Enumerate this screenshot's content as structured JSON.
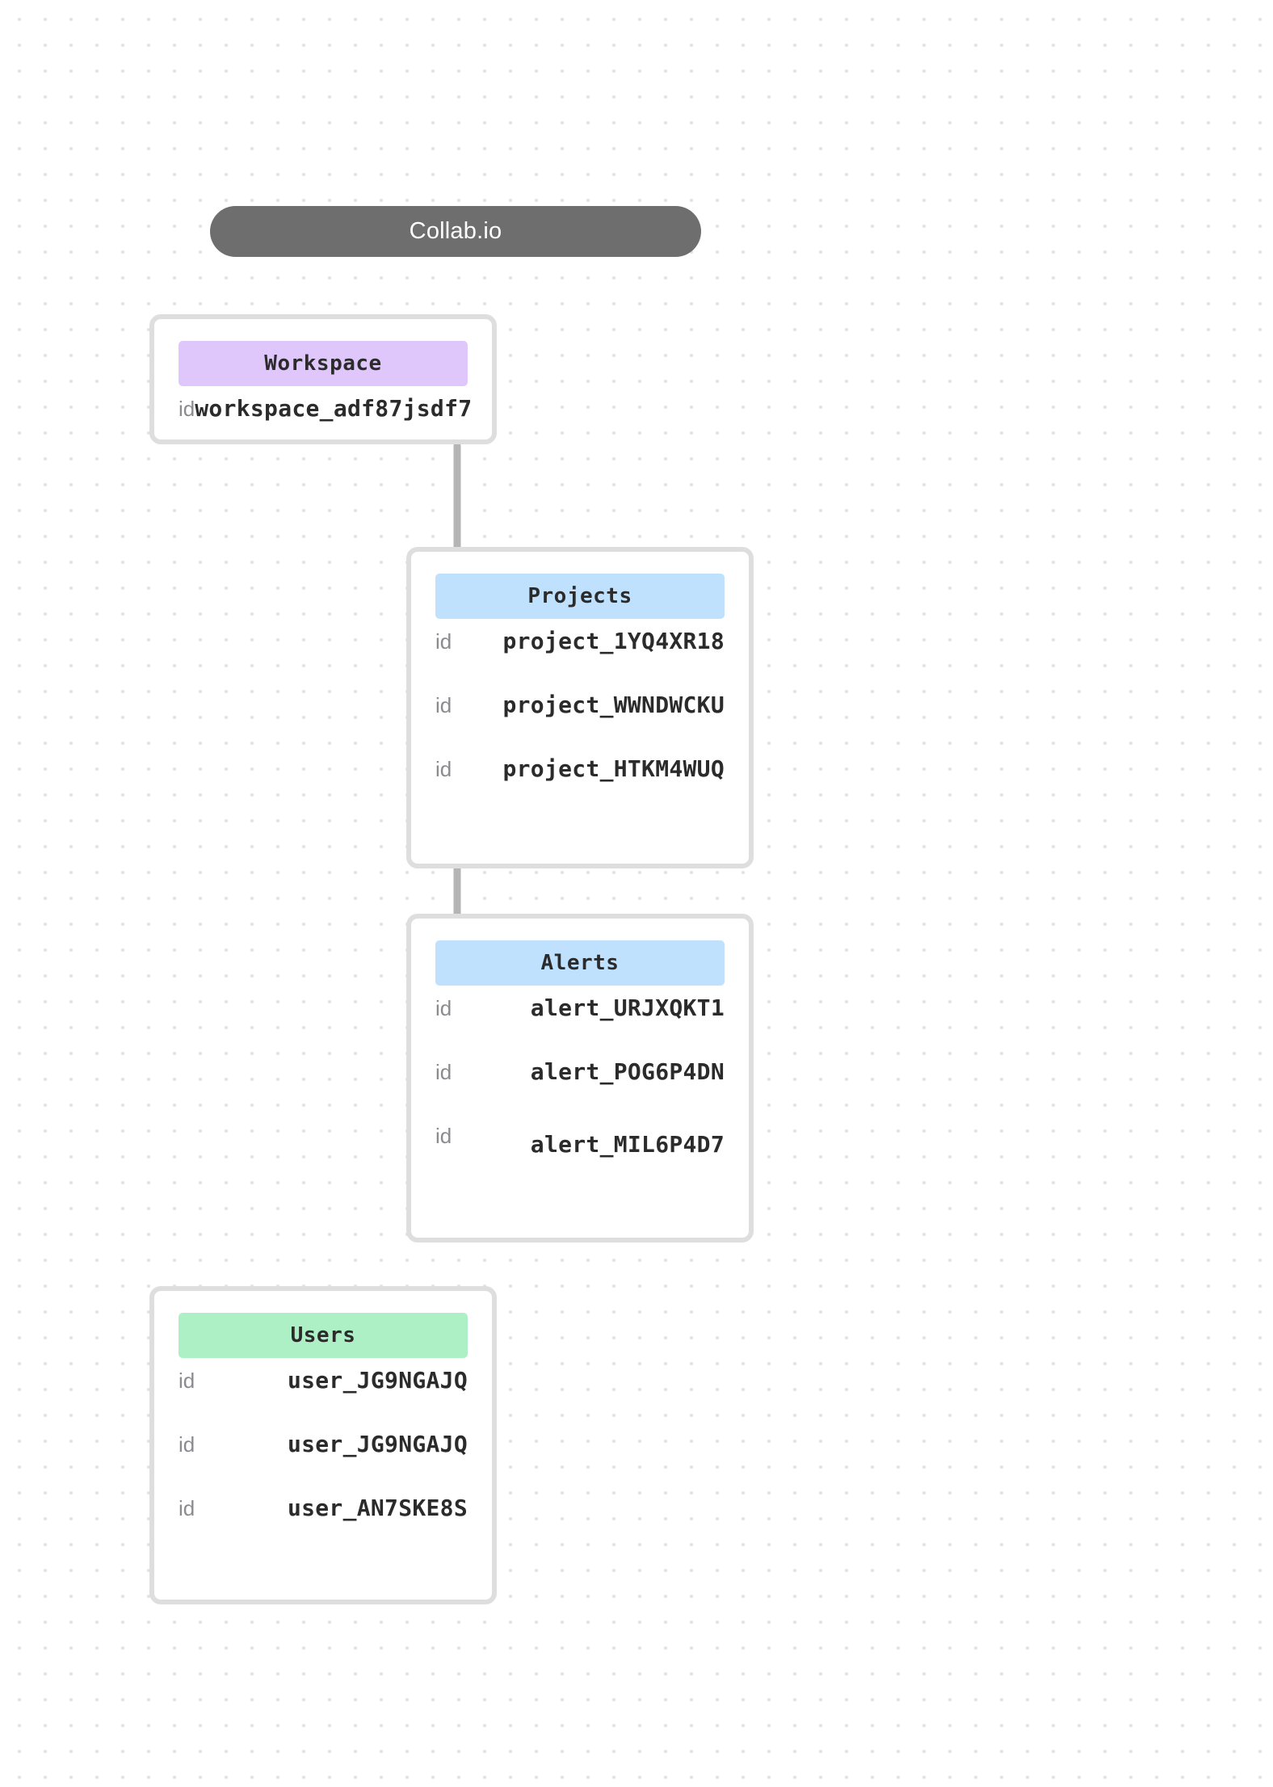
{
  "diagram": {
    "title": "Collab.io",
    "background": "dotted-grid",
    "colors": {
      "title_pill": "#6e6e6e",
      "card_border": "#dededf",
      "connector": "#b5b5b5",
      "workspace_chip": "#dfc6fb",
      "projects_chip": "#bfe1fd",
      "alerts_chip": "#bfe1fd",
      "users_chip": "#aef0c6",
      "key_text": "#8b8b8f",
      "value_text": "#2b2b2b"
    },
    "entities": [
      {
        "name": "workspace",
        "header": "Workspace",
        "chip_color": "#dfc6fb",
        "rows": [
          {
            "key": "id",
            "value": "workspace_adf87jsdf7"
          }
        ]
      },
      {
        "name": "projects",
        "header": "Projects",
        "chip_color": "#bfe1fd",
        "rows": [
          {
            "key": "id",
            "value": "project_1YQ4XR18"
          },
          {
            "key": "id",
            "value": "project_WWNDWCKU"
          },
          {
            "key": "id",
            "value": "project_HTKM4WUQ"
          }
        ]
      },
      {
        "name": "alerts",
        "header": "Alerts",
        "chip_color": "#bfe1fd",
        "rows": [
          {
            "key": "id",
            "value": "alert_URJXQKT1"
          },
          {
            "key": "id",
            "value": "alert_POG6P4DN"
          },
          {
            "key": "id",
            "value": "alert_MIL6P4D7"
          }
        ]
      },
      {
        "name": "users",
        "header": "Users",
        "chip_color": "#aef0c6",
        "rows": [
          {
            "key": "id",
            "value": "user_JG9NGAJQ"
          },
          {
            "key": "id",
            "value": "user_JG9NGAJQ"
          },
          {
            "key": "id",
            "value": "user_AN7SKE8S"
          }
        ]
      }
    ],
    "connections": [
      {
        "from": "workspace",
        "to": "projects"
      },
      {
        "from": "workspace",
        "to": "alerts"
      }
    ]
  }
}
